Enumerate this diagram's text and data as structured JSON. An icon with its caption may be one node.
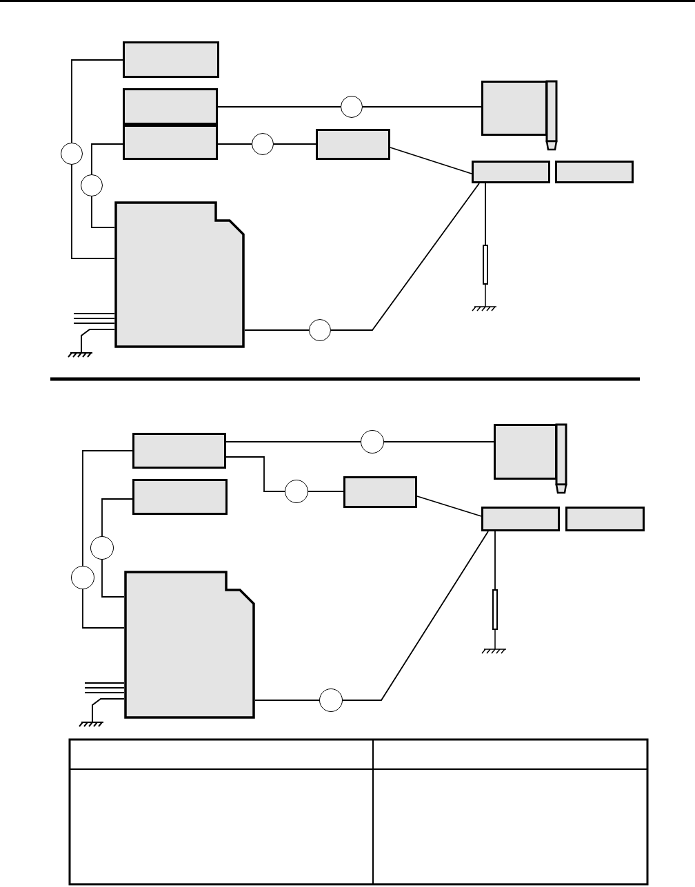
{
  "diagram": {
    "nodes": [
      {
        "text": [],
        "shape": "box"
      },
      {
        "text": [],
        "shape": "box"
      },
      {
        "text": [],
        "shape": "box"
      },
      {
        "text": [],
        "shape": "circle"
      },
      {
        "text": [],
        "shape": "box"
      },
      {
        "text": [],
        "shape": "circle"
      },
      {
        "text": [],
        "shape": "box"
      },
      {
        "text": [],
        "shape": "box"
      },
      {
        "text": [],
        "shape": "box"
      },
      {
        "text": [],
        "shape": "circle"
      },
      {
        "text": [],
        "shape": "circle"
      },
      {
        "text": [],
        "shape": "box"
      },
      {
        "text": [],
        "shape": "circle"
      },
      {
        "text": [],
        "shape": "bar"
      },
      {
        "text": [],
        "shape": "box"
      },
      {
        "text": [],
        "shape": "circle"
      },
      {
        "text": [],
        "shape": "box"
      },
      {
        "text": [],
        "shape": "circle"
      },
      {
        "text": [],
        "shape": "box"
      },
      {
        "text": [],
        "shape": "box"
      },
      {
        "text": [],
        "shape": "box"
      },
      {
        "text": [],
        "shape": "box"
      },
      {
        "text": [],
        "shape": "circle"
      },
      {
        "text": [],
        "shape": "circle"
      },
      {
        "text": [],
        "shape": "box"
      },
      {
        "text": [],
        "shape": "circle"
      },
      {
        "text": [],
        "shape": "bar"
      }
    ],
    "edges": [
      {
        "from": 0,
        "to": 9,
        "arrow": "none"
      },
      {
        "from": 9,
        "to": 11,
        "arrow": "none"
      },
      {
        "from": 1,
        "to": 3,
        "arrow": "none"
      },
      {
        "from": 3,
        "to": 4,
        "arrow": "none"
      },
      {
        "from": 2,
        "to": 10,
        "arrow": "none"
      },
      {
        "from": 10,
        "to": 11,
        "arrow": "none"
      },
      {
        "from": 2,
        "to": 5,
        "arrow": "none"
      },
      {
        "from": 5,
        "to": 6,
        "arrow": "none"
      },
      {
        "from": 6,
        "to": 7,
        "arrow": "none"
      },
      {
        "from": 11,
        "to": 12,
        "arrow": "none"
      },
      {
        "from": 12,
        "to": 7,
        "arrow": "none"
      },
      {
        "from": 7,
        "to": 13,
        "arrow": "none"
      },
      {
        "from": 14,
        "to": 15,
        "arrow": "none"
      },
      {
        "from": 15,
        "to": 16,
        "arrow": "none"
      },
      {
        "from": 14,
        "to": 17,
        "arrow": "none"
      },
      {
        "from": 17,
        "to": 18,
        "arrow": "none"
      },
      {
        "from": 18,
        "to": 19,
        "arrow": "none"
      },
      {
        "from": 14,
        "to": 23,
        "arrow": "none"
      },
      {
        "from": 23,
        "to": 24,
        "arrow": "none"
      },
      {
        "from": 21,
        "to": 22,
        "arrow": "none"
      },
      {
        "from": 22,
        "to": 24,
        "arrow": "none"
      },
      {
        "from": 24,
        "to": 25,
        "arrow": "none"
      },
      {
        "from": 25,
        "to": 19,
        "arrow": "none"
      },
      {
        "from": 19,
        "to": 26,
        "arrow": "none"
      }
    ]
  }
}
